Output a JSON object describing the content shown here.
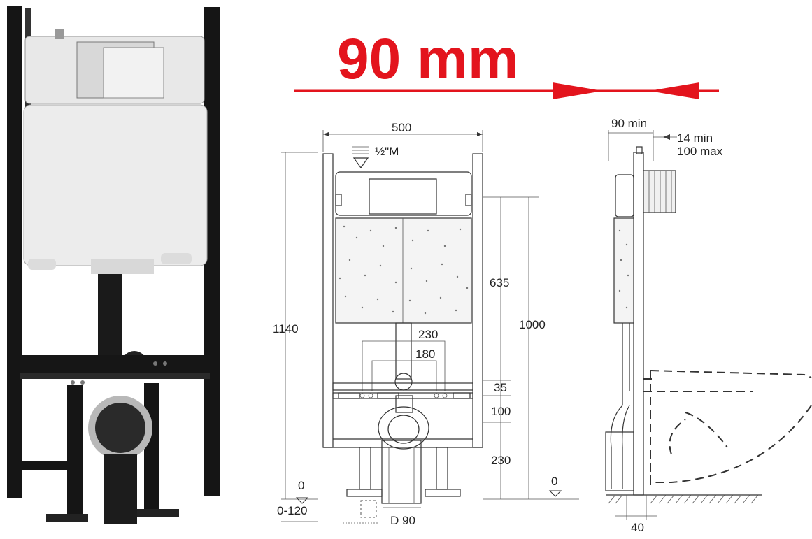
{
  "headline": {
    "text": "90 mm",
    "color": "#e3141d"
  },
  "front_view": {
    "width": "500",
    "inlet": "½\"M",
    "height_total": "1140",
    "height_frame": "1000",
    "height_cistern": "635",
    "dim_230_top": "230",
    "dim_180": "180",
    "dim_35": "35",
    "dim_100": "100",
    "dim_230_bottom": "230",
    "floor_zero_left": "0",
    "floor_adjust": "0-120",
    "floor_zero_right": "0",
    "drain": "D 90"
  },
  "side_view": {
    "depth": "90 min",
    "wall_min": "14 min",
    "wall_max": "100 max",
    "foot": "40"
  },
  "icons": {
    "photo": "wc-frame-cistern-photo",
    "arrows": "red-dimension-arrows",
    "level": "level-triangle-icon"
  }
}
